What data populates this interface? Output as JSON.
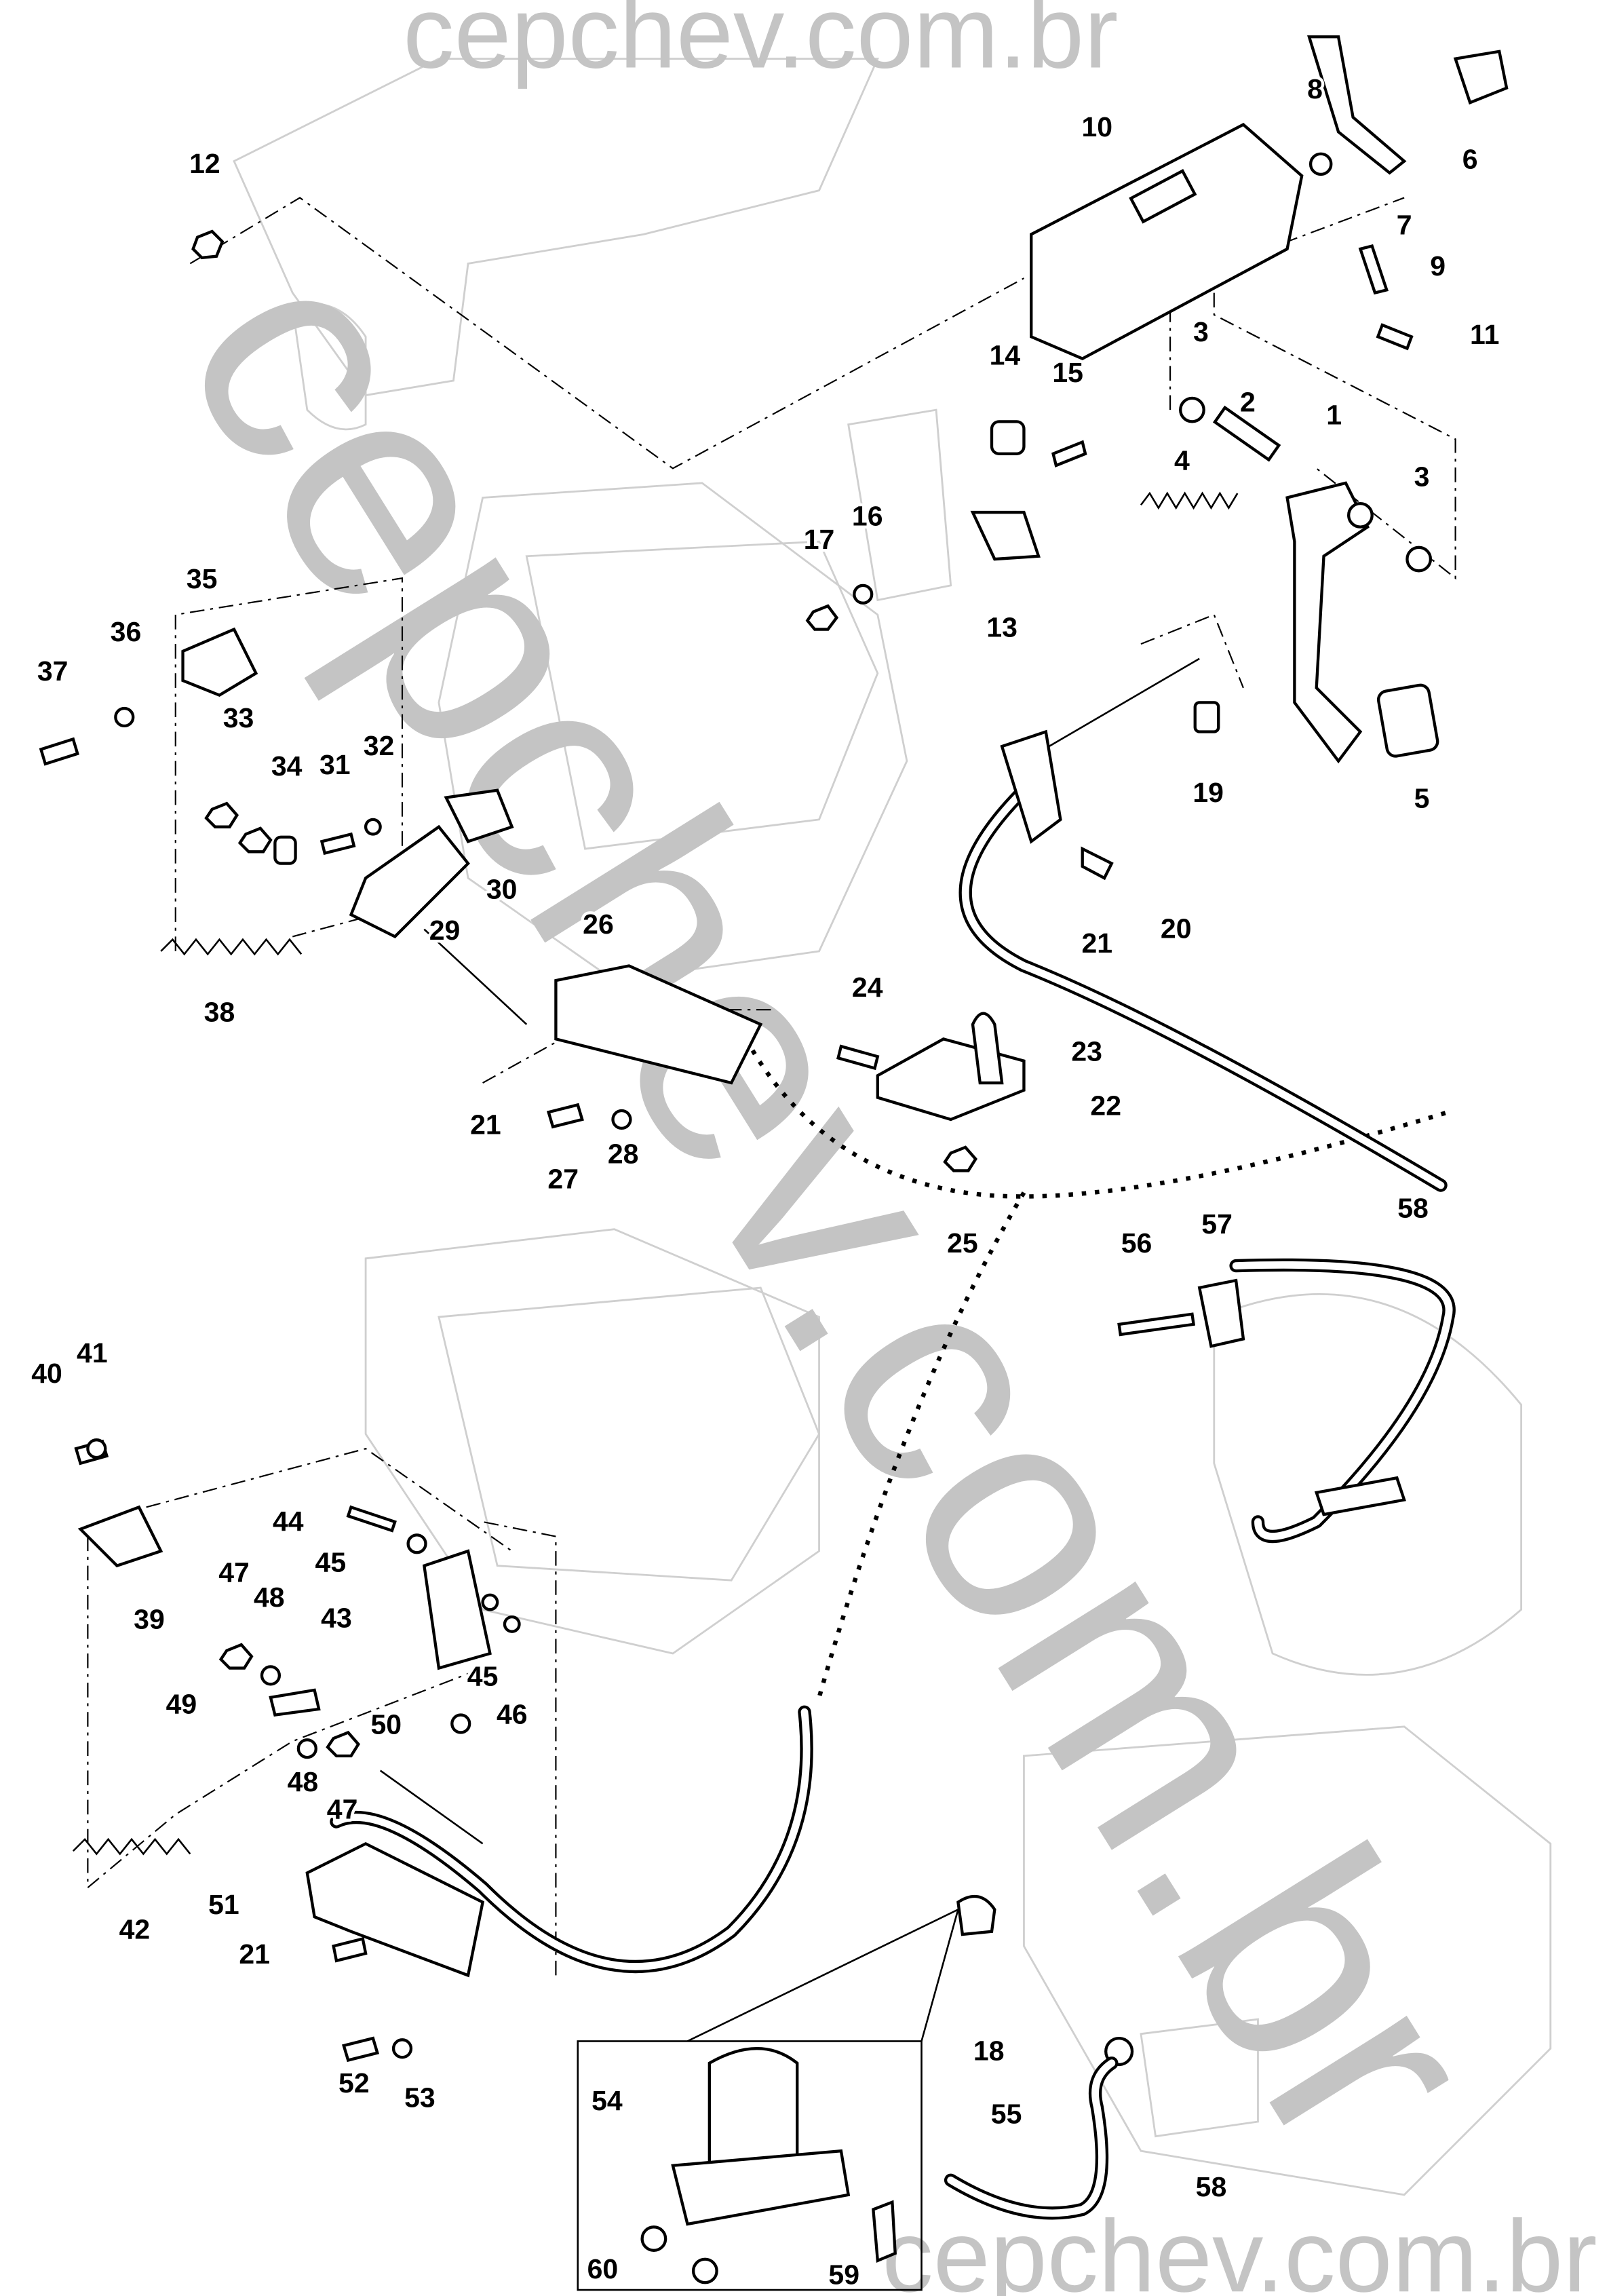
{
  "watermark": {
    "text_top": "cepchev.com.br",
    "text_bottom": "cepchev.com.br",
    "text_diagonal": "cepchev.com.br"
  },
  "part_labels": [
    "1",
    "2",
    "3",
    "3",
    "4",
    "5",
    "6",
    "7",
    "8",
    "9",
    "10",
    "11",
    "12",
    "13",
    "14",
    "15",
    "16",
    "17",
    "18",
    "19",
    "20",
    "21",
    "21",
    "21",
    "22",
    "23",
    "24",
    "25",
    "26",
    "27",
    "28",
    "29",
    "30",
    "31",
    "32",
    "33",
    "34",
    "35",
    "36",
    "37",
    "38",
    "39",
    "40",
    "41",
    "42",
    "43",
    "44",
    "45",
    "45",
    "46",
    "47",
    "47",
    "48",
    "48",
    "49",
    "50",
    "51",
    "52",
    "53",
    "54",
    "55",
    "56",
    "57",
    "58",
    "58",
    "59",
    "60"
  ],
  "colors": {
    "watermark": "#c4c4c4",
    "ink": "#000000",
    "ghost_lines": "#cfcfcf"
  }
}
